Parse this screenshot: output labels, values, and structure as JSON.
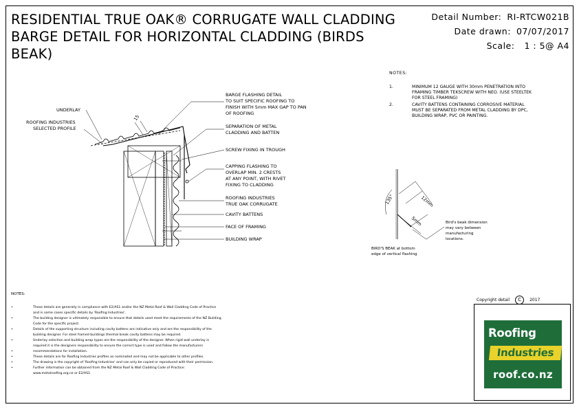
{
  "title": {
    "line1": "RESIDENTIAL TRUE OAK® CORRUGATE WALL CLADDING",
    "line2": "BARGE DETAIL FOR HORIZONTAL CLADDING (BIRDS",
    "line3": "BEAK)"
  },
  "meta": {
    "detail_label": "Detail Number:",
    "detail_value": "RI-RTCW021B",
    "date_label": "Date drawn:",
    "date_value": "07/07/2017",
    "scale_label": "Scale:",
    "scale_value": "1 : 5@ A4"
  },
  "drawing_labels": {
    "underlay": "UNDERLAY",
    "roofing_ind_1": "ROOFING INDUSTRIES",
    "roofing_ind_2": "SELECTED PROFILE",
    "barge_1": "BARGE FLASHING DETAIL",
    "barge_2": "TO SUIT SPECIFIC ROOFING TO",
    "barge_3": "FINISH WITH 5mm MAX GAP TO PAN",
    "barge_4": "OF ROOFING",
    "sep_1": "SEPARATION OF METAL",
    "sep_2": "CLADDING AND BATTEN",
    "screw": "SCREW FIXING IN TROUGH",
    "cap_1": "CAPPING FLASHING TO",
    "cap_2": "OVERLAP MIN. 2 CRESTS",
    "cap_3": "AT ANY POINT, WITH RIVET",
    "cap_4": "FIXING TO CLADDING",
    "ri_1": "ROOFING INDUSTRIES",
    "ri_2": "TRUE OAK CORRUGATE",
    "cavity": "CAVITY BATTENS",
    "face": "FACE OF FRAMING",
    "wrap": "BUILDING WRAP",
    "dim_15": "15",
    "dim_135": "135°",
    "dim_12": "12mm",
    "dim_5": "5mm"
  },
  "birds_beak": {
    "note_1": "Bird's beak dimension",
    "note_2": "may vary between",
    "note_3": "manufacturing",
    "note_4": "locations.",
    "caption_1": "BIRD'S BEAK at bottom",
    "caption_2": "edge of vertical flashing"
  },
  "notes_top": {
    "heading": "NOTES:",
    "items": [
      {
        "num": "1.",
        "line1": "MINIMUM 12 GAUGE WITH 30mm PENETRATION INTO",
        "line2": "FRAMING TIMBER TEKSCREW WITH NEO.  (USE STEELTEK",
        "line3": "FOR STEEL FRAMING)"
      },
      {
        "num": "2.",
        "line1": "CAVITY BATTENS CONTAINING CORROSIVE MATERIAL",
        "line2": "MUST BE SEPARATED FROM METAL CLADDING BY DPC,",
        "line3": "BUILDING WRAP, PVC OR PAINTING."
      }
    ]
  },
  "notes_bottom": {
    "heading": "NOTES:",
    "items": [
      {
        "l1": "These details are generally in compliance with E2/AS1 and/or the NZ Metal Roof & Wall Cladding Code of Practice",
        "l2": "and in some cases specific details by 'Roofing Industries'."
      },
      {
        "l1": "The building designer is ultimately responsible to ensure that details used meet the requirements of the NZ Building",
        "l2": "Code for the specific project."
      },
      {
        "l1": "Details of the supporting structure including cavity battens are indicative only and are the responsibility of the",
        "l2": "building designer.  For steel framed buildings thermal break cavity battens may be required."
      },
      {
        "l1": "Underlay selection and building wrap types are the responsibility of the designer. When rigid wall underlay is",
        "l2": "required it is the designers responsibility to ensure the correct type is used and follow the manufacturers"
      },
      {
        "l1": "recommendations for installation.",
        "l2": ""
      },
      {
        "l1": "These details are for Roofing Industries profiles as nominated and may not be applicable to other profiles.",
        "l2": ""
      },
      {
        "l1": "The drawing is the copyright of 'Roofing Industries' and can only be copied or reproduced with their permission.",
        "l2": ""
      },
      {
        "l1": "Further information can be obtained from the NZ Metal Roof & Wall Cladding Code of Practice:",
        "l2": "www.metalroofing.org.nz or E2/AS1."
      }
    ]
  },
  "copyright": {
    "label": "Copyright detail",
    "symbol": "C",
    "year": "2017"
  },
  "logo": {
    "word1": "Roofing",
    "word2": "Industries",
    "url": "roof.co.nz",
    "colors": {
      "green": "#1f6e3a",
      "yellow": "#e9d22a"
    }
  }
}
